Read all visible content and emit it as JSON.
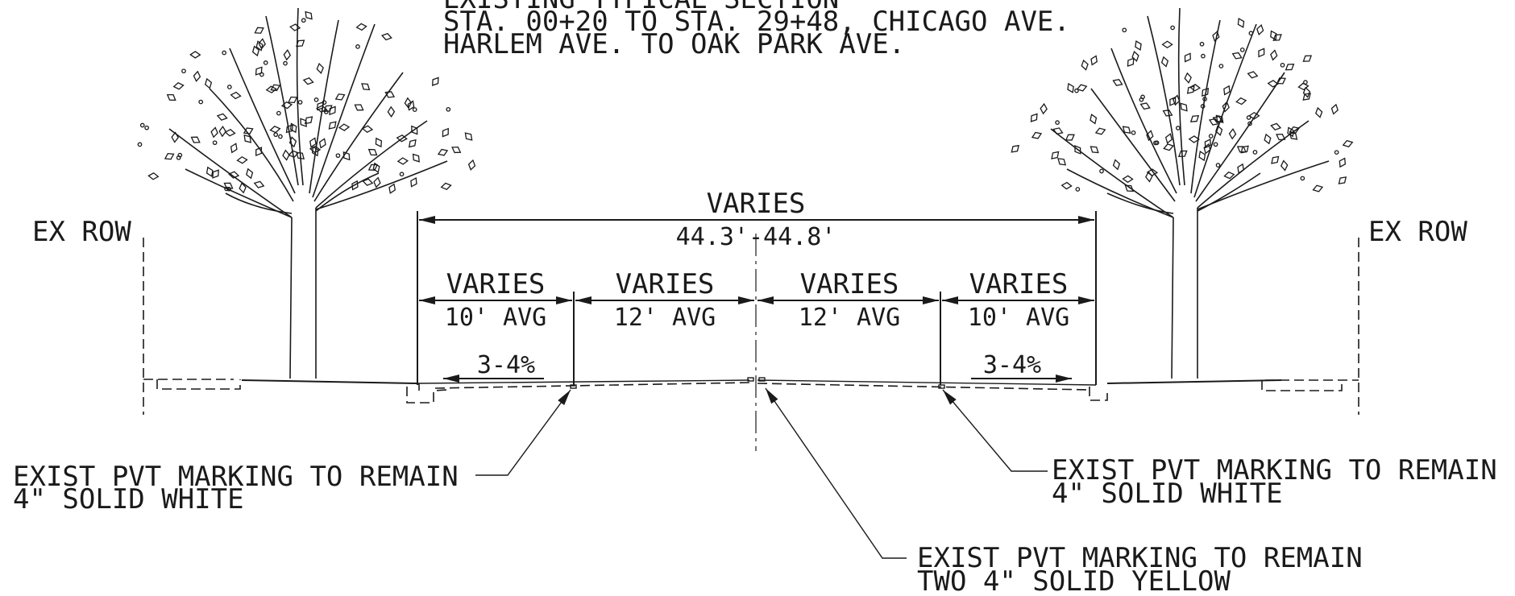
{
  "title": {
    "line1": "EXISTING TYPICAL SECTION",
    "line2": "STA. 00+20 TO STA. 29+48, CHICAGO AVE.",
    "line3": "HARLEM AVE. TO OAK PARK AVE."
  },
  "row_labels": {
    "left": "EX ROW",
    "right": "EX ROW"
  },
  "overall": {
    "label": "VARIES",
    "value": "44.3'-44.8'"
  },
  "lanes": [
    {
      "label": "VARIES",
      "value": "10' AVG"
    },
    {
      "label": "VARIES",
      "value": "12' AVG"
    },
    {
      "label": "VARIES",
      "value": "12' AVG"
    },
    {
      "label": "VARIES",
      "value": "10' AVG"
    }
  ],
  "slopes": {
    "left": "3-4%",
    "right": "3-4%"
  },
  "callouts": {
    "left": {
      "line1": "EXIST PVT MARKING TO REMAIN",
      "line2": "4\" SOLID WHITE"
    },
    "right": {
      "line1": "EXIST PVT MARKING TO REMAIN",
      "line2": "4\" SOLID WHITE"
    },
    "center": {
      "line1": "EXIST PVT MARKING TO REMAIN",
      "line2": "TWO 4\" SOLID YELLOW"
    }
  }
}
